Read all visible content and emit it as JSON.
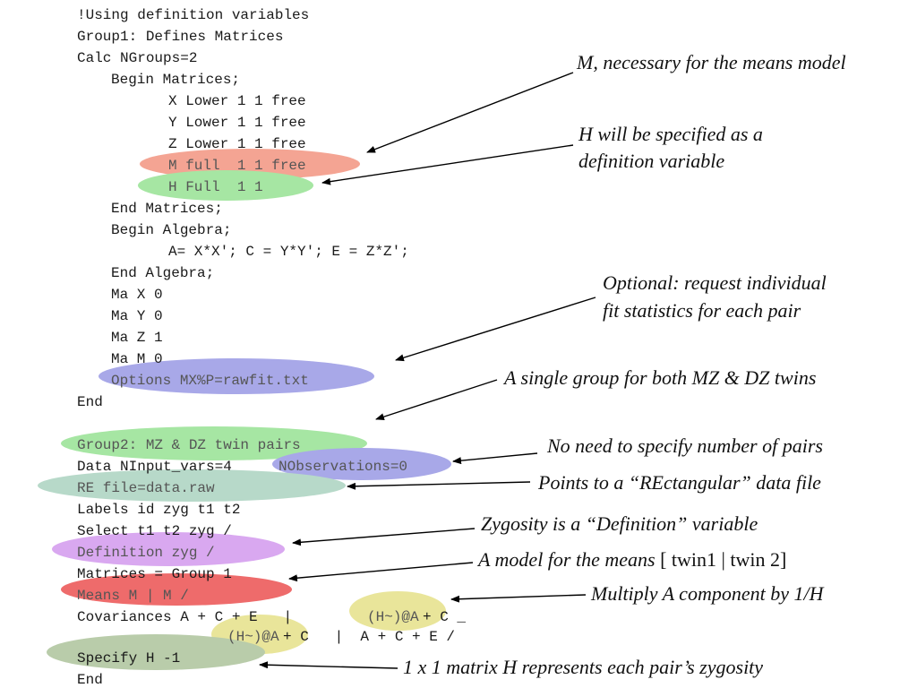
{
  "code_lines": [
    "!Using definition variables",
    "Group1: Defines Matrices",
    "Calc NGroups=2",
    "Begin Matrices;",
    "X Lower 1 1 free",
    "Y Lower 1 1 free",
    "Z Lower 1 1 free",
    "M full  1 1 free",
    "H Full  1 1",
    "End Matrices;",
    "Begin Algebra;",
    "A= X*X'; C = Y*Y'; E = Z*Z';",
    "End Algebra;",
    "Ma X 0",
    "Ma Y 0",
    "Ma Z 1",
    "Ma M 0",
    "Options MX%P=rawfit.txt",
    "End",
    "Group2: MZ & DZ twin pairs",
    "Data NInput_vars=4",
    "NObservations=0",
    "RE file=data.raw",
    "Labels id zyg t1 t2",
    "Select t1 t2 zyg /",
    "Definition zyg /",
    "Matrices = Group 1",
    "Means M | M /",
    "Covariances A + C + E   |",
    "(H~)@A",
    "+ C _",
    "(H~)@A",
    "+ C   |  A + C + E /",
    "Specify H -1",
    "End"
  ],
  "annotations": {
    "means_model_m": "M, necessary for the means model",
    "h_definition_1": "H will be specified as a",
    "h_definition_2": "definition variable",
    "optional_1": "Optional: request individual",
    "optional_2": "fit statistics for each pair",
    "single_group": "A single group for both MZ & DZ twins",
    "no_pairs": "No need to specify number of pairs",
    "points_to": "Points to a “REctangular” data file",
    "zygosity": "Zygosity is a “Definition” variable",
    "means_model": "A model for the means",
    "means_model_plain": " [ twin1 | twin 2]",
    "multiply": "Multiply A component by 1/H",
    "matrix_h": "1 x 1 matrix H represents each pair’s zygosity"
  },
  "colors": {
    "salmon": "#f4a493",
    "green": "#a6e6a3",
    "blue": "#a8a8e8",
    "teal": "#b7d9c9",
    "purple": "#d9a8f0",
    "red": "#ee6b6b",
    "yellow": "#e9e59a",
    "olive": "#b9ccaa"
  }
}
